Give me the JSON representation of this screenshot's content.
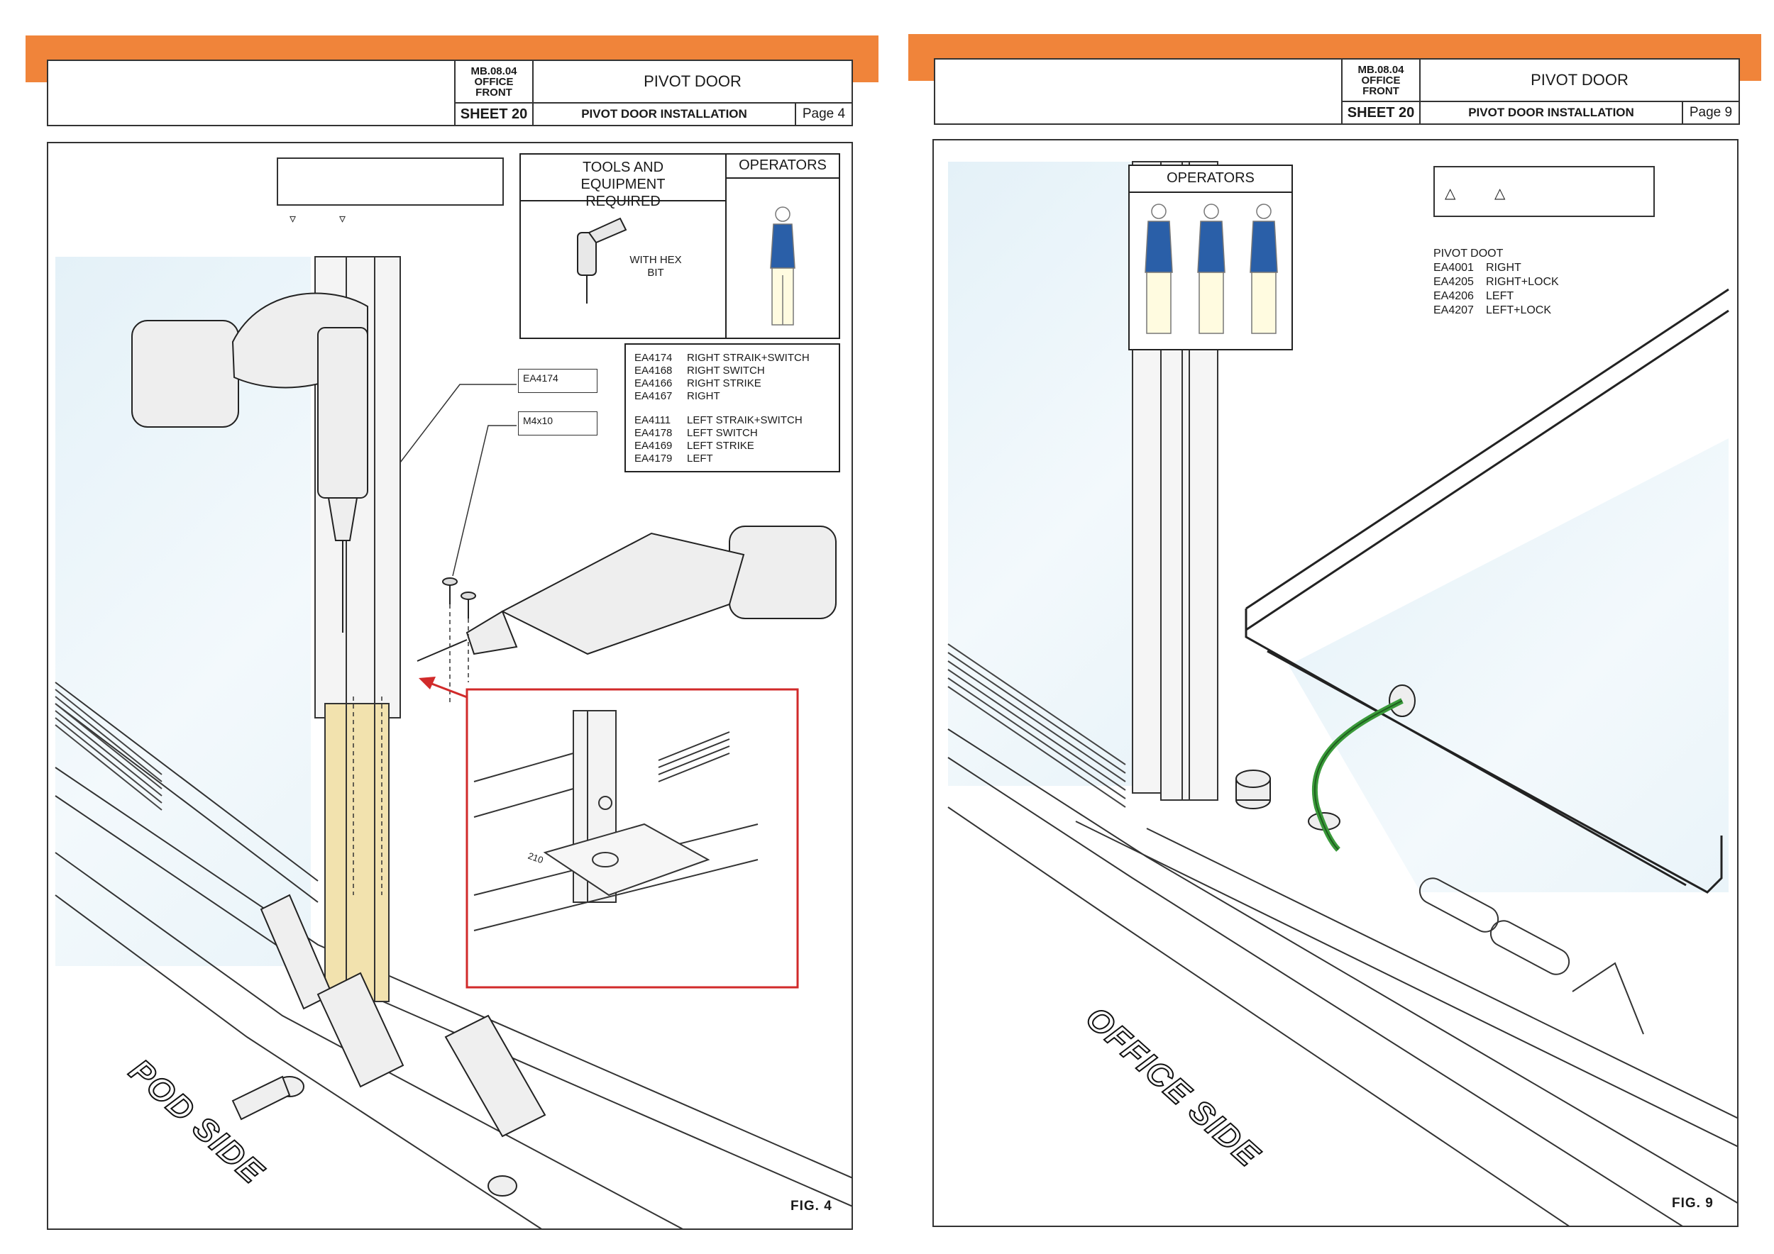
{
  "sheets": [
    {
      "title_block": {
        "code_lines": [
          "MB.08.04",
          "OFFICE",
          "FRONT"
        ],
        "sheet": "SHEET 20",
        "title": "PIVOT DOOR",
        "subtitle": "PIVOT DOOR INSTALLATION",
        "page": "Page 4"
      },
      "tools_header": "TOOLS AND EQUIPMENT REQUIRED",
      "operators_header": "OPERATORS",
      "tool_caption": "WITH HEX BIT",
      "callouts": [
        "EA4174",
        "M4x10"
      ],
      "parts": [
        {
          "code": "EA4174",
          "desc": "RIGHT STRAIK+SWITCH"
        },
        {
          "code": "EA4168",
          "desc": "RIGHT SWITCH"
        },
        {
          "code": "EA4166",
          "desc": "RIGHT STRIKE"
        },
        {
          "code": "EA4167",
          "desc": "RIGHT"
        },
        {
          "code": "EA4111",
          "desc": "LEFT STRAIK+SWITCH"
        },
        {
          "code": "EA4178",
          "desc": "LEFT SWITCH"
        },
        {
          "code": "EA4169",
          "desc": "LEFT STRIKE"
        },
        {
          "code": "EA4179",
          "desc": "LEFT"
        }
      ],
      "detail_label": "210",
      "side_label": "POD SIDE",
      "fig": "FIG. 4"
    },
    {
      "title_block": {
        "code_lines": [
          "MB.08.04",
          "OFFICE",
          "FRONT"
        ],
        "sheet": "SHEET 20",
        "title": "PIVOT DOOR",
        "subtitle": "PIVOT DOOR INSTALLATION",
        "page": "Page 9"
      },
      "operators_header": "OPERATORS",
      "parts_title": "PIVOT DOOT",
      "parts": [
        {
          "code": "EA4001",
          "desc": "RIGHT"
        },
        {
          "code": "EA4205",
          "desc": "RIGHT+LOCK"
        },
        {
          "code": "EA4206",
          "desc": "LEFT"
        },
        {
          "code": "EA4207",
          "desc": "LEFT+LOCK"
        }
      ],
      "side_label": "OFFICE SIDE",
      "fig": "FIG. 9"
    }
  ],
  "colors": {
    "accent_orange": "#f0843a",
    "detail_red": "#d12a2a",
    "cable_green": "#3a9a3a",
    "glass_blue": "#e4f1f8"
  }
}
